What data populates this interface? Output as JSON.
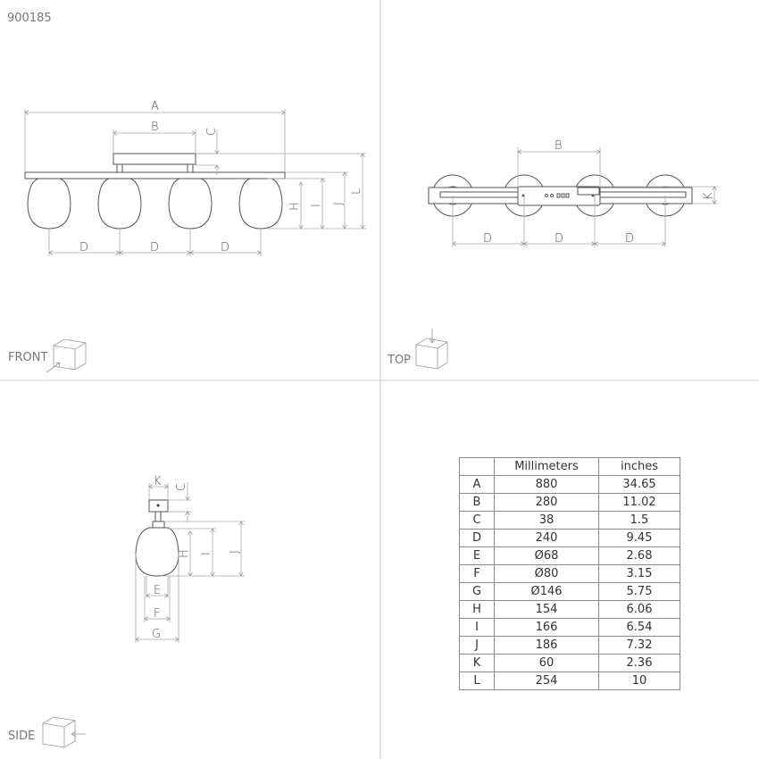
{
  "product_code": "900185",
  "views": {
    "front": "FRONT",
    "top": "TOP",
    "side": "SIDE"
  },
  "dim_labels": {
    "A": "A",
    "B": "B",
    "C": "C",
    "D": "D",
    "E": "E",
    "F": "F",
    "G": "G",
    "H": "H",
    "I": "I",
    "J": "J",
    "K": "K",
    "L": "L"
  },
  "table": {
    "headers": [
      "",
      "Millimeters",
      "inches"
    ],
    "rows": [
      [
        "A",
        "880",
        "34.65"
      ],
      [
        "B",
        "280",
        "11.02"
      ],
      [
        "C",
        "38",
        "1.5"
      ],
      [
        "D",
        "240",
        "9.45"
      ],
      [
        "E",
        "Ø68",
        "2.68"
      ],
      [
        "F",
        "Ø80",
        "3.15"
      ],
      [
        "G",
        "Ø146",
        "5.75"
      ],
      [
        "H",
        "154",
        "6.06"
      ],
      [
        "I",
        "166",
        "6.54"
      ],
      [
        "J",
        "186",
        "7.32"
      ],
      [
        "K",
        "60",
        "2.36"
      ],
      [
        "L",
        "254",
        "10"
      ]
    ]
  },
  "colors": {
    "line": "#555555",
    "dimension": "#aaaaaa",
    "divider": "#cccccc"
  }
}
